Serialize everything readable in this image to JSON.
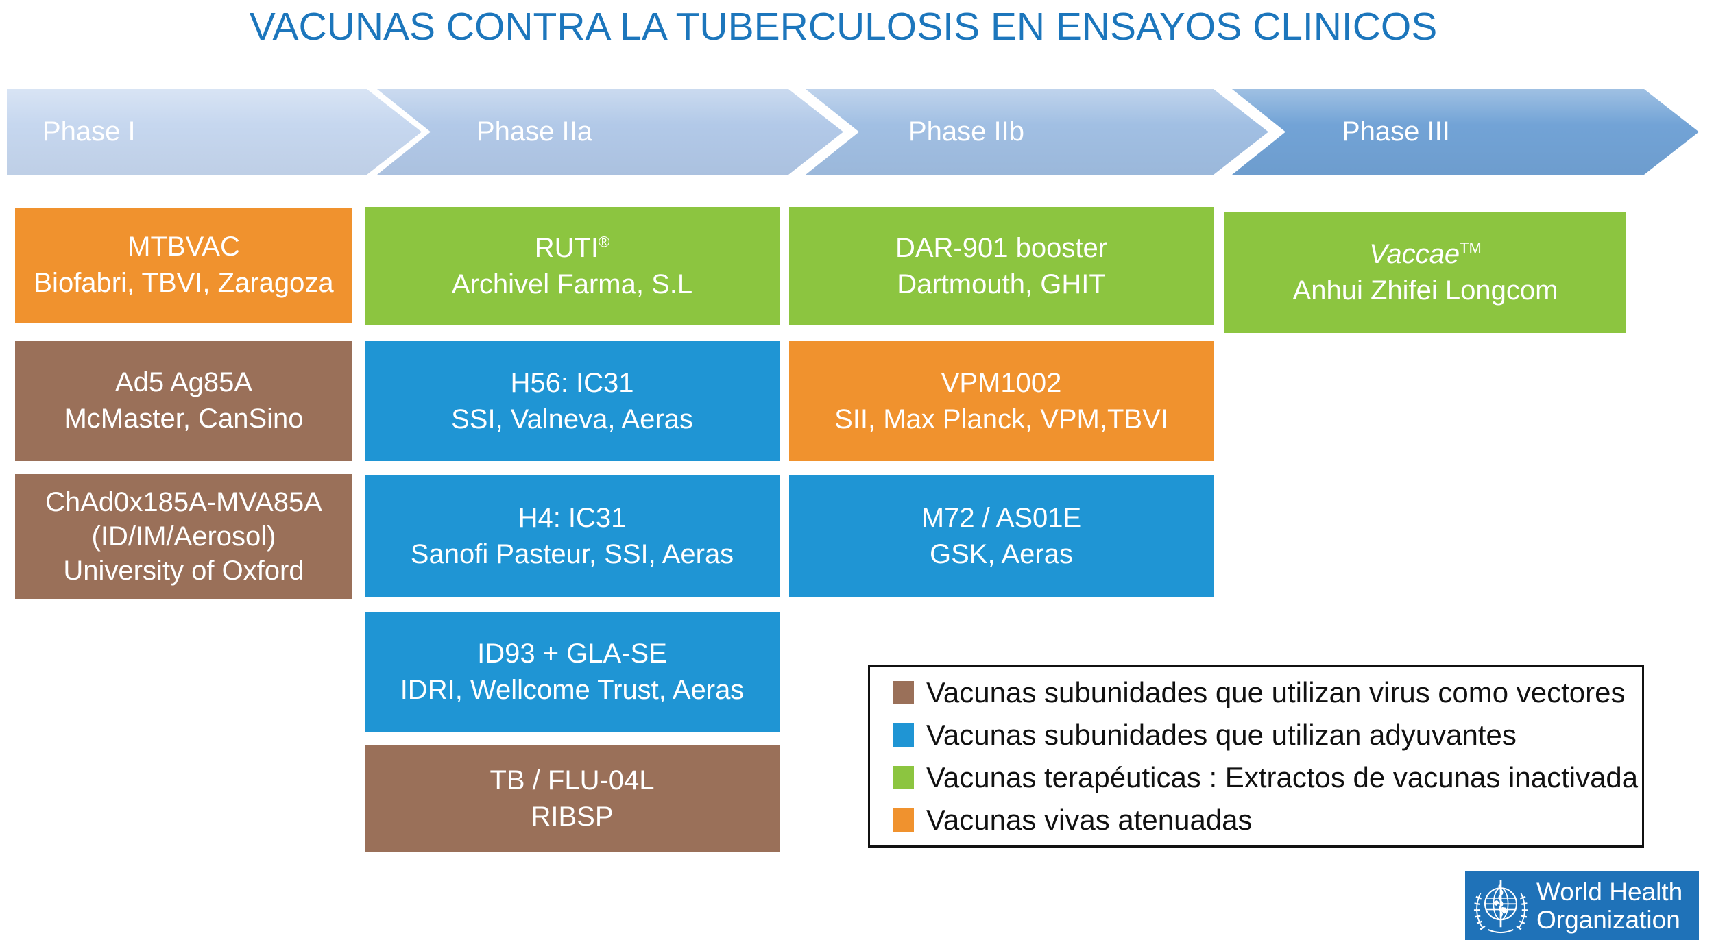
{
  "title": {
    "text": "VACUNAS CONTRA LA TUBERCULOSIS EN ENSAYOS CLINICOS",
    "color": "#1C76BC"
  },
  "phases": [
    {
      "label": "Phase I",
      "color": "#C6D7EF"
    },
    {
      "label": "Phase IIa",
      "color": "#B2C9E8"
    },
    {
      "label": "Phase IIb",
      "color": "#A1BFE3"
    },
    {
      "label": "Phase III",
      "color": "#72A3D6"
    }
  ],
  "categories": {
    "viral_vector": {
      "label": "Vacunas subunidades que utilizan virus como vectores",
      "color": "#9A7059"
    },
    "adjuvant": {
      "label": "Vacunas subunidades que utilizan adyuvantes",
      "color": "#1F95D4"
    },
    "therapeutic": {
      "label": "Vacunas terapéuticas : Extractos de vacunas inactivada",
      "color": "#8CC540"
    },
    "live_attenuated": {
      "label": "Vacunas vivas atenuadas",
      "color": "#F0922E"
    }
  },
  "boxes": {
    "mtbvac": {
      "phase": "Phase I",
      "category": "live_attenuated",
      "name": "MTBVAC",
      "sponsor": "Biofabri, TBVI, Zaragoza"
    },
    "ruti": {
      "phase": "Phase IIa",
      "category": "therapeutic",
      "name": "RUTI",
      "name_sup": "®",
      "sponsor": "Archivel Farma, S.L"
    },
    "dar901": {
      "phase": "Phase IIb",
      "category": "therapeutic",
      "name": "DAR-901 booster",
      "sponsor": "Dartmouth, GHIT"
    },
    "vaccae": {
      "phase": "Phase III",
      "category": "therapeutic",
      "name": "Vaccae",
      "name_sup": "TM",
      "sponsor": "Anhui Zhifei Longcom"
    },
    "ad5": {
      "phase": "Phase I",
      "category": "viral_vector",
      "name": "Ad5 Ag85A",
      "sponsor": "McMaster, CanSino"
    },
    "h56": {
      "phase": "Phase IIa",
      "category": "adjuvant",
      "name": "H56: IC31",
      "sponsor": "SSI, Valneva, Aeras"
    },
    "vpm1002": {
      "phase": "Phase IIb",
      "category": "live_attenuated",
      "name": "VPM1002",
      "sponsor": "SII, Max Planck, VPM,TBVI"
    },
    "chadox": {
      "phase": "Phase I",
      "category": "viral_vector",
      "name": "ChAd0x185A-MVA85A",
      "subtitle": "(ID/IM/Aerosol)",
      "sponsor": "University of Oxford"
    },
    "h4": {
      "phase": "Phase IIa",
      "category": "adjuvant",
      "name": "H4: IC31",
      "sponsor": "Sanofi Pasteur, SSI, Aeras"
    },
    "m72": {
      "phase": "Phase IIb",
      "category": "adjuvant",
      "name": "M72 / AS01E",
      "sponsor": "GSK, Aeras"
    },
    "id93": {
      "phase": "Phase IIa",
      "category": "adjuvant",
      "name": "ID93 + GLA-SE",
      "sponsor": "IDRI, Wellcome Trust, Aeras"
    },
    "tbflu": {
      "phase": "Phase IIa",
      "category": "viral_vector",
      "name": "TB / FLU-04L",
      "sponsor": "RIBSP"
    }
  },
  "who_logo": {
    "line1": "World Health",
    "line2": "Organization",
    "color": "#1F72B8"
  }
}
